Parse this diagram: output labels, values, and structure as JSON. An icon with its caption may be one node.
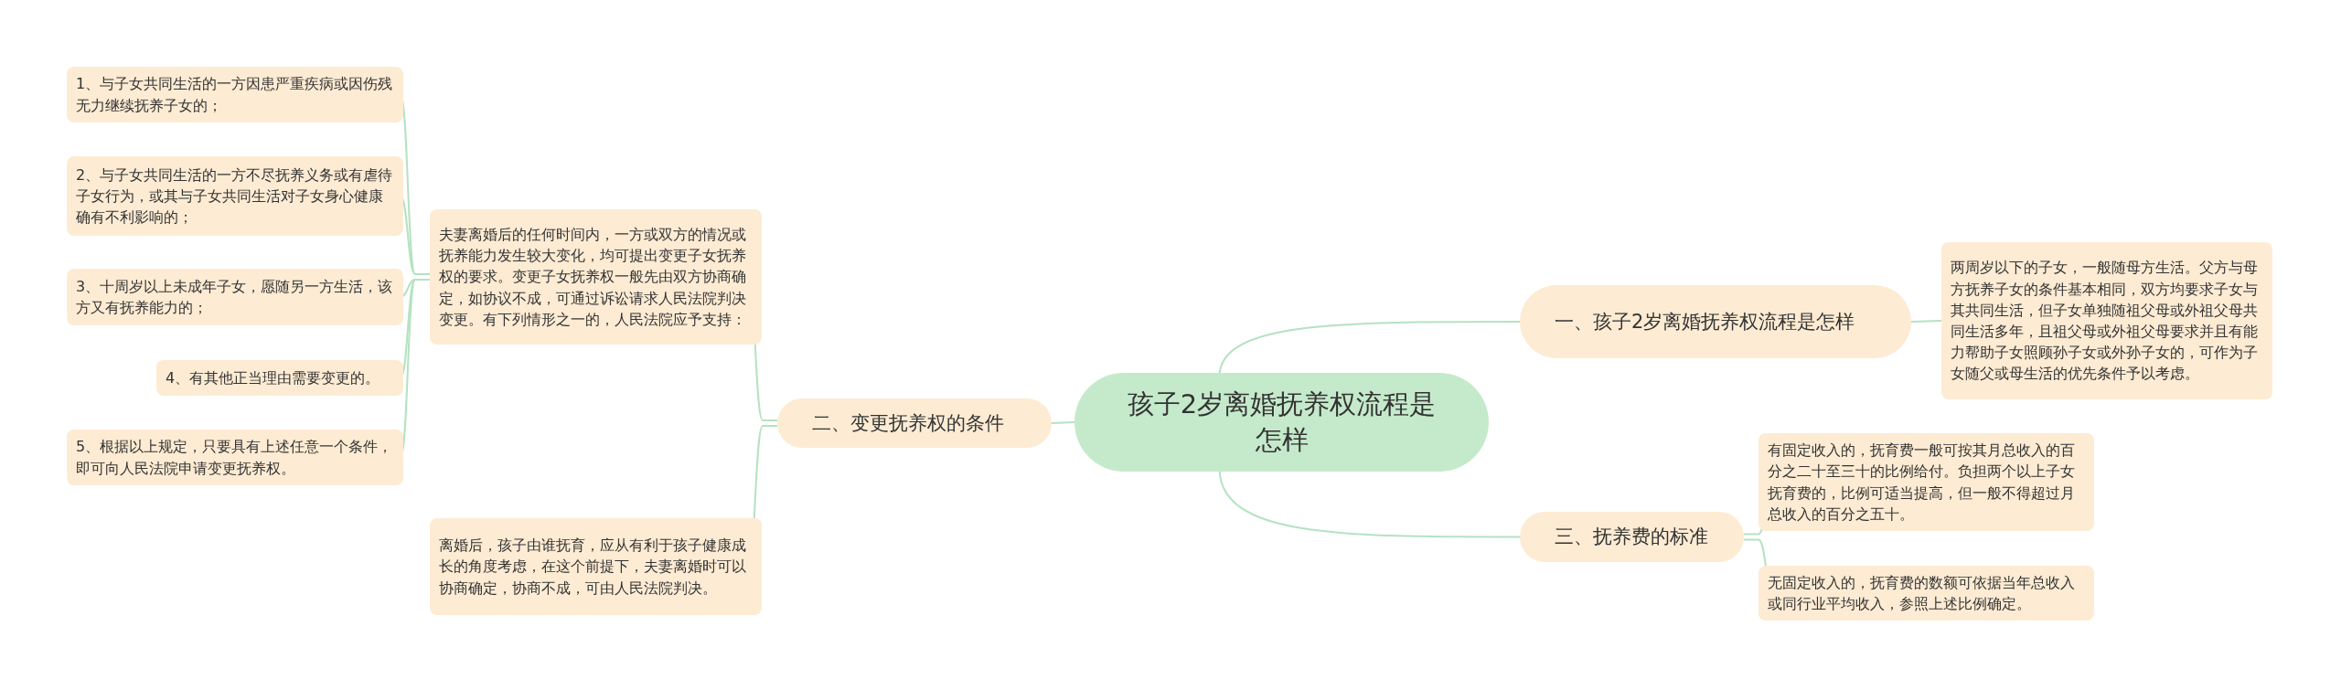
{
  "diagram": {
    "nodes": [
      {
        "text": [
          "孩子2岁离婚抚养权流程是怎样"
        ]
      },
      {
        "text": [
          "一、孩子2岁离婚抚养权流程是怎样"
        ]
      },
      {
        "text": [
          "两周岁以下的子女，一般随母方生活。父方与母方抚养子女的条件基本相同，双方均要求子女与其共同生活，但子女单独随祖父母或外祖父母共同生活多年，且祖父母或外祖父母要求并且有能力帮助子女照顾孙子女或外孙子女的，可作为子女随父或母生活的优先条件予以考虑。"
        ]
      },
      {
        "text": [
          "二、变更抚养权的条件"
        ]
      },
      {
        "text": [
          "夫妻离婚后的任何时间内，一方或双方的情况或抚养能力发生较大变化，均可提出变更子女抚养权的要求。变更子女抚养权一般先由双方协商确定，如协议不成，可通过诉讼请求人民法院判决变更。有下列情形之一的，人民法院应予支持："
        ]
      },
      {
        "text": [
          "1、与子女共同生活的一方因患严重疾病或因伤残无力继续抚养子女的；"
        ]
      },
      {
        "text": [
          "2、与子女共同生活的一方不尽抚养义务或有虐待子女行为，或其与子女共同生活对子女身心健康确有不利影响的；"
        ]
      },
      {
        "text": [
          "3、十周岁以上未成年子女，愿随另一方生活，该方又有抚养能力的；"
        ]
      },
      {
        "text": [
          "4、有其他正当理由需要变更的。"
        ]
      },
      {
        "text": [
          "5、根据以上规定，只要具有上述任意一个条件，即可向人民法院申请变更抚养权。"
        ]
      },
      {
        "text": [
          "离婚后，孩子由谁抚育，应从有利于孩子健康成长的角度考虑，在这个前提下，夫妻离婚时可以协商确定，协商不成，可由人民法院判决。"
        ]
      },
      {
        "text": [
          "三、抚养费的标准"
        ]
      },
      {
        "text": [
          "有固定收入的，抚育费一般可按其月总收入的百分之二十至三十的比例给付。负担两个以上子女抚育费的，比例可适当提高，但一般不得超过月总收入的百分之五十。"
        ]
      },
      {
        "text": [
          "无固定收入的，抚育费的数额可依据当年总收入或同行业平均收入，参照上述比例确定。"
        ]
      }
    ],
    "edges": [
      {
        "from": 0,
        "to": 1,
        "arrow": "none"
      },
      {
        "from": 1,
        "to": 2,
        "arrow": "none"
      },
      {
        "from": 0,
        "to": 3,
        "arrow": "none"
      },
      {
        "from": 3,
        "to": 4,
        "arrow": "none"
      },
      {
        "from": 4,
        "to": 5,
        "arrow": "none"
      },
      {
        "from": 4,
        "to": 6,
        "arrow": "none"
      },
      {
        "from": 4,
        "to": 7,
        "arrow": "none"
      },
      {
        "from": 4,
        "to": 8,
        "arrow": "none"
      },
      {
        "from": 4,
        "to": 9,
        "arrow": "none"
      },
      {
        "from": 3,
        "to": 10,
        "arrow": "none"
      },
      {
        "from": 0,
        "to": 11,
        "arrow": "none"
      },
      {
        "from": 11,
        "to": 12,
        "arrow": "none"
      },
      {
        "from": 11,
        "to": 13,
        "arrow": "none"
      }
    ]
  }
}
